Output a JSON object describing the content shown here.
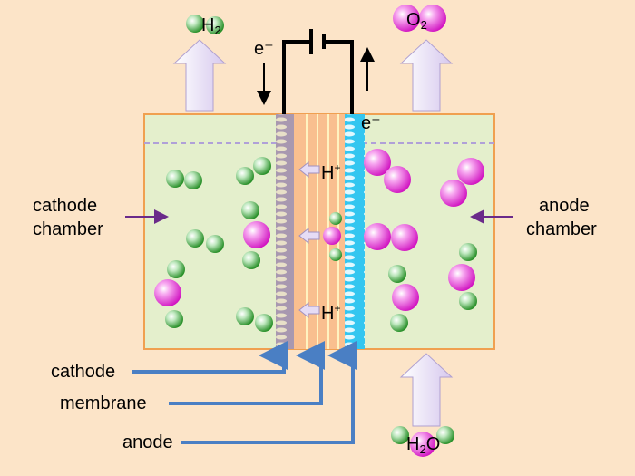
{
  "labels": {
    "cathode_chamber_1": "cathode",
    "cathode_chamber_2": "chamber",
    "anode_chamber_1": "anode",
    "anode_chamber_2": "chamber",
    "cathode": "cathode",
    "membrane": "membrane",
    "anode": "anode",
    "electron_left": "e⁻",
    "electron_right": "e⁻",
    "proton_top": "H",
    "proton_bottom": "H",
    "plus": "+",
    "h2_top": "H",
    "h2_sub": "2",
    "o2_top": "O",
    "o2_sub": "2",
    "water_h": "H",
    "water_sub": "2",
    "water_o": "O"
  },
  "colors": {
    "background": "#fce4c8",
    "chamber": "#e4efcc",
    "chamber_border": "#f0a050",
    "membrane": "#f9bf8f",
    "cathode_strip": "#a898b0",
    "anode_strip": "#33c6f0",
    "hydrogen": "#2a9a2a",
    "oxygen": "#e020d0",
    "pointer": "#4a7fc4",
    "chamber_pointer": "#6a2a8a",
    "block_arrow": "#e6dcf5"
  }
}
